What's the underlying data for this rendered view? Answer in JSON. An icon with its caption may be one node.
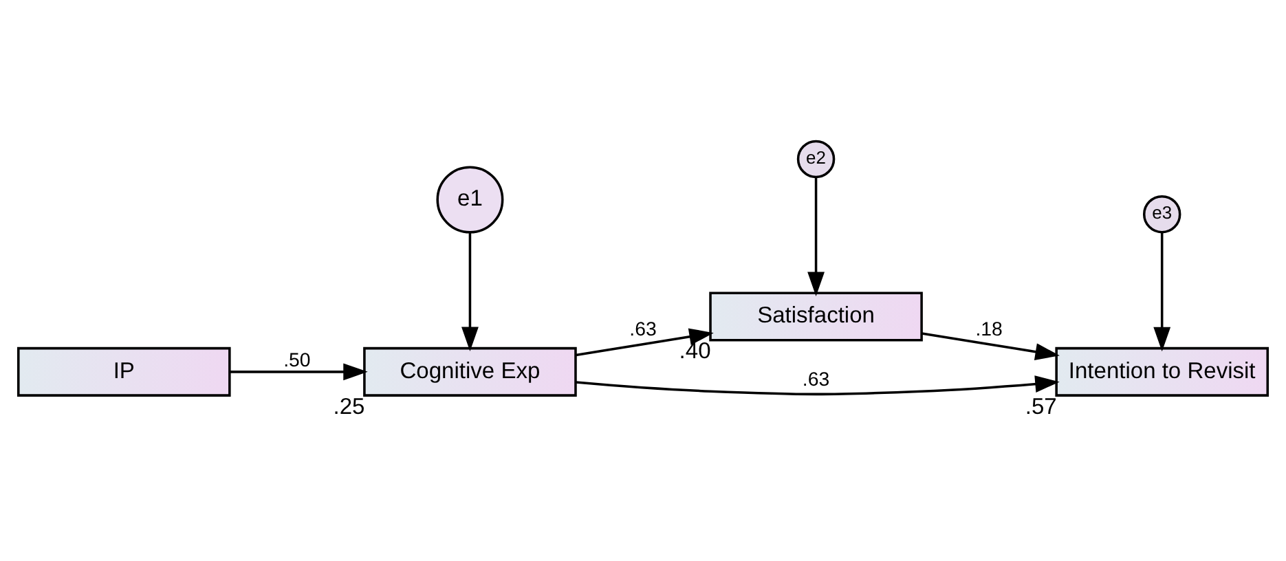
{
  "diagram": {
    "nodes": [
      {
        "text": [
          "e1"
        ]
      },
      {
        "text": [
          "e2"
        ]
      },
      {
        "text": [
          "e3"
        ]
      },
      {
        "text": [
          "IP"
        ]
      },
      {
        "text": [
          "Cognitive Exp"
        ],
        "beside": [
          ".25"
        ]
      },
      {
        "text": [
          "Satisfaction"
        ],
        "beside": [
          ".40"
        ]
      },
      {
        "text": [
          "Intention to Revisit"
        ],
        "beside": [
          ".57"
        ]
      }
    ],
    "edges": [
      {
        "from": 3,
        "to": 4,
        "arrow": "to",
        "label": ".50"
      },
      {
        "from": 0,
        "to": 4,
        "arrow": "to"
      },
      {
        "from": 4,
        "to": 5,
        "arrow": "to",
        "label": ".63"
      },
      {
        "from": 4,
        "to": 6,
        "arrow": "to",
        "label": ".63"
      },
      {
        "from": 5,
        "to": 6,
        "arrow": "to",
        "label": ".18"
      },
      {
        "from": 1,
        "to": 5,
        "arrow": "to"
      },
      {
        "from": 2,
        "to": 6,
        "arrow": "to"
      }
    ]
  }
}
